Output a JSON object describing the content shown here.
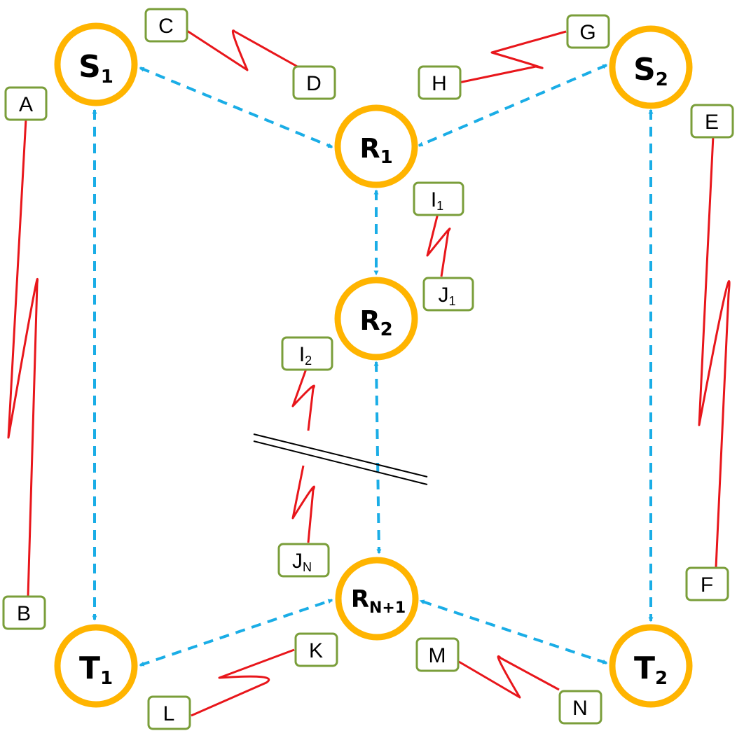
{
  "colors": {
    "node_ring": "#FFB400",
    "link_arrow": "#1AADE6",
    "interference": "#E8161B",
    "tag_border": "#7A9E3A",
    "break_line": "#000000"
  },
  "nodes": {
    "s1": {
      "main": "S",
      "sub": "1"
    },
    "s2": {
      "main": "S",
      "sub": "2"
    },
    "r1": {
      "main": "R",
      "sub": "1"
    },
    "r2": {
      "main": "R",
      "sub": "2"
    },
    "rn1": {
      "main": "R",
      "sub": "N+1"
    },
    "t1": {
      "main": "T",
      "sub": "1"
    },
    "t2": {
      "main": "T",
      "sub": "2"
    }
  },
  "tags": {
    "a": {
      "main": "A"
    },
    "b": {
      "main": "B"
    },
    "c": {
      "main": "C"
    },
    "d": {
      "main": "D"
    },
    "e": {
      "main": "E"
    },
    "f": {
      "main": "F"
    },
    "g": {
      "main": "G"
    },
    "h": {
      "main": "H"
    },
    "i1": {
      "main": "I",
      "sub": "1"
    },
    "j1": {
      "main": "J",
      "sub": "1"
    },
    "i2": {
      "main": "I",
      "sub": "2"
    },
    "jn": {
      "main": "J",
      "sub": "N"
    },
    "k": {
      "main": "K"
    },
    "l": {
      "main": "L"
    },
    "m": {
      "main": "M"
    },
    "n": {
      "main": "N"
    }
  }
}
